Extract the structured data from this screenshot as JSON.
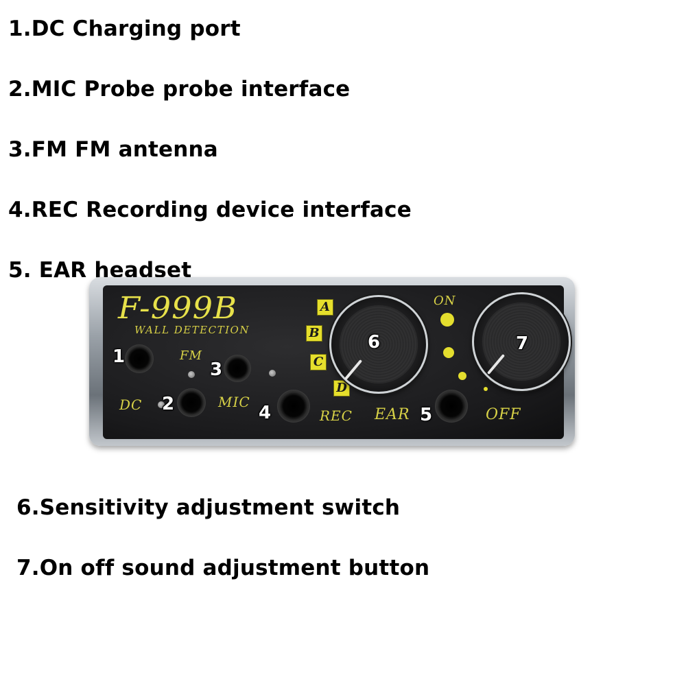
{
  "labels": [
    "1.DC Charging port",
    "2.MIC Probe probe interface",
    "3.FM FM antenna",
    "4.REC Recording device interface",
    "5. EAR headset",
    "6.Sensitivity adjustment switch",
    "7.On off sound adjustment button"
  ],
  "device": {
    "brand": "F-999B",
    "subtitle": "WALL DETECTION",
    "port_labels": {
      "fm": "FM",
      "dc": "DC",
      "mic": "MIC",
      "rec": "REC",
      "ear": "EAR",
      "on": "ON",
      "off": "OFF"
    },
    "modes": [
      "A",
      "B",
      "C",
      "D"
    ],
    "callouts": [
      "1",
      "2",
      "3",
      "4",
      "5",
      "6",
      "7"
    ]
  },
  "colors": {
    "panel_text": "#d8d247",
    "mode_badge": "#e6df2c",
    "indicator": "#e4de2e"
  }
}
